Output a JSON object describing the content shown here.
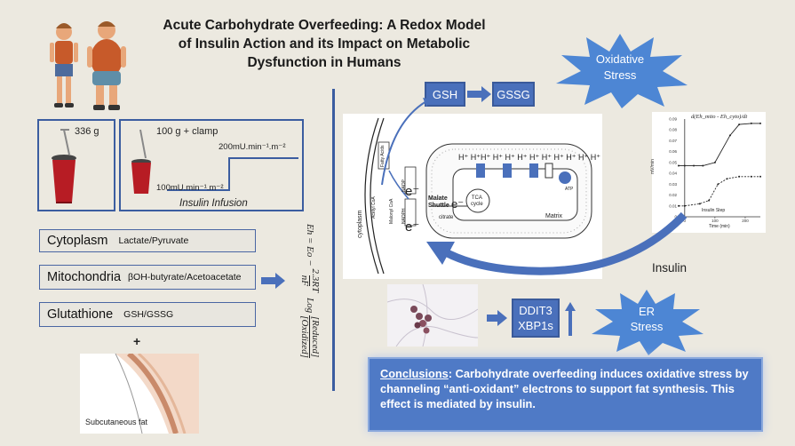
{
  "title_lines": [
    "Acute Carbohydrate Overfeeding: A Redox Model",
    "of Insulin Action and its Impact on Metabolic",
    "Dysfunction in Humans"
  ],
  "protocol": {
    "drink_amount": "336 g",
    "clamp_label": "100 g + clamp",
    "high_rate": "200mU.min⁻¹.m⁻²",
    "low_rate": "100mU.min⁻¹.m⁻²",
    "infusion_label": "Insulin Infusion"
  },
  "redox_pairs": [
    {
      "compartment": "Cytoplasm",
      "pair": "Lactate/Pyruvate"
    },
    {
      "compartment": "Mitochondria",
      "pair": "βOH-butyrate/Acetoacetate"
    },
    {
      "compartment": "Glutathione",
      "pair": "GSH/GSSG"
    }
  ],
  "plus_sign": "+",
  "fat_label": "Subcutaneous fat",
  "equation": {
    "lhs": "Eh = Eo −",
    "numerator": "2.3RT",
    "denominator": "nF",
    "log": "Log",
    "reduced": "[Reduced]",
    "oxidized": "[Oxidized]"
  },
  "gsh": "GSH",
  "gssg": "GSSG",
  "oxidative_stress": [
    "Oxidative",
    "Stress"
  ],
  "er_stress": [
    "ER",
    "Stress"
  ],
  "ddit3": "DDIT3",
  "xbp1s": "XBP1s",
  "insulin_label": "Insulin",
  "cell": {
    "electron": "e⁻",
    "malate_shuttle": [
      "Malate",
      "Shuttle"
    ],
    "tca": [
      "TCA",
      "cycle"
    ],
    "citrate": "citrate",
    "matrix": "Matrix",
    "cytoplasm": "cytoplasm",
    "nadph": "NADPH",
    "nadp": "NADP",
    "fatty_acids": "Fatty Acids",
    "acetyl_coa": "Acetyl CoA",
    "malonyl_coa": "Malonyl CoA",
    "protons": "H⁺ H⁺H⁺ H⁺ H⁺  H⁺  H⁺  H⁺  H⁺ H⁺ H⁺ H⁺",
    "atp": "ATP"
  },
  "chart_data": {
    "type": "line",
    "title": "d(Eh_mito - Eh_cyto)/dt",
    "xlabel": "Time (min)",
    "ylabel": "mV/min",
    "xlim": [
      -20,
      250
    ],
    "ylim": [
      0,
      0.09
    ],
    "x_ticks": [
      0,
      100,
      200
    ],
    "y_ticks": [
      "0",
      "0.01",
      "0.02",
      "0.03",
      "0.04",
      "0.05",
      "0.06",
      "0.07",
      "0.08",
      "0.09"
    ],
    "annotation": "Insulin Step",
    "series": [
      {
        "style": "solid",
        "x": [
          -20,
          0,
          30,
          60,
          100,
          150,
          180,
          220,
          250
        ],
        "y": [
          0.047,
          0.047,
          0.047,
          0.047,
          0.05,
          0.075,
          0.085,
          0.086,
          0.086
        ]
      },
      {
        "style": "dashed",
        "x": [
          -20,
          0,
          50,
          80,
          110,
          140,
          180,
          220,
          250
        ],
        "y": [
          0.01,
          0.01,
          0.012,
          0.015,
          0.03,
          0.035,
          0.037,
          0.037,
          0.037
        ]
      }
    ]
  },
  "conclusion": {
    "head": "Conclusions",
    "body": ": Carbohydrate overfeeding induces oxidative stress by channeling “anti-oxidant” electrons to support fat synthesis. This effect is mediated by insulin."
  },
  "colors": {
    "accent": "#4a70bb",
    "background": "#ece9e0",
    "star": "#4d86d4"
  }
}
